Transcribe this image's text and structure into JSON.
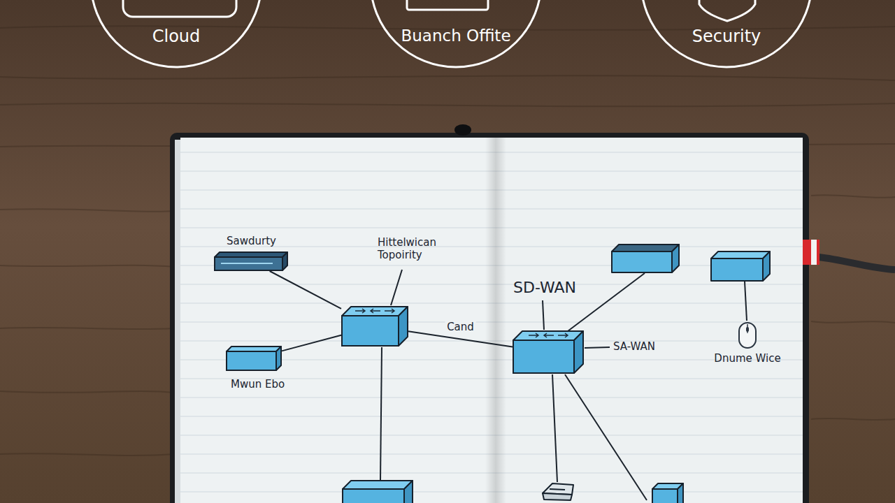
{
  "diagram": {
    "nodes": [
      {
        "text": [
          "Cloud"
        ]
      },
      {
        "text": [
          "Buanch Offite"
        ]
      },
      {
        "text": [
          "Security"
        ]
      },
      {
        "text": [
          "Sawdurty"
        ]
      },
      {
        "text": [
          "Hittelwican Topoirity"
        ]
      },
      {
        "text": [
          "Mwun Ebo"
        ]
      },
      {
        "text": [
          "SD-WAN",
          "SA-WAN"
        ]
      },
      {
        "text": [
          "Dnume Wice"
        ]
      }
    ],
    "edges": [
      {
        "from": 3,
        "to": 4,
        "arrow": "none"
      },
      {
        "from": 5,
        "to": 4,
        "arrow": "none"
      },
      {
        "from": 4,
        "to": 6,
        "arrow": "none",
        "label": "Cand"
      }
    ]
  }
}
